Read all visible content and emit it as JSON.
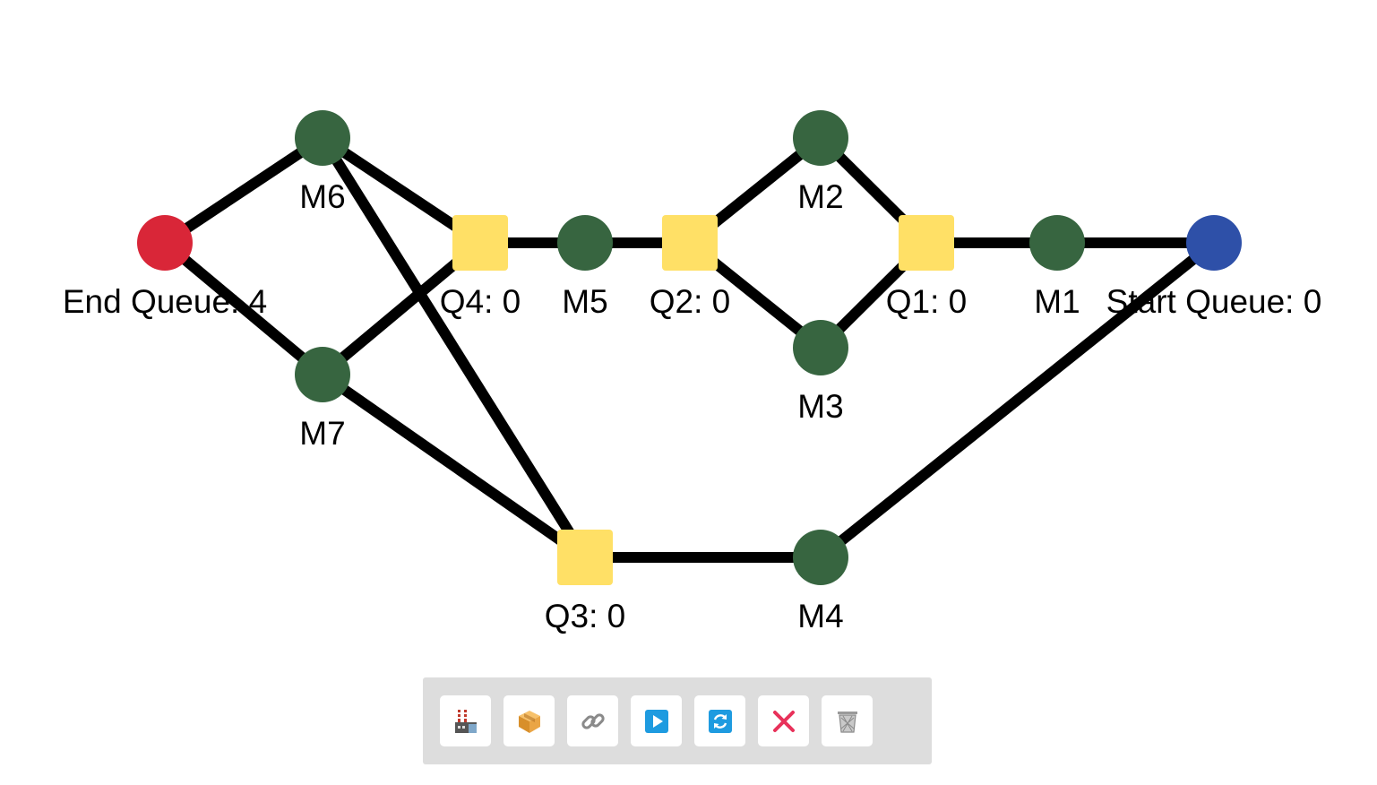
{
  "graph": {
    "nodes": [
      {
        "id": "end",
        "kind": "end-queue",
        "label": "End Queue: 4"
      },
      {
        "id": "m6",
        "kind": "machine",
        "label": "M6"
      },
      {
        "id": "m7",
        "kind": "machine",
        "label": "M7"
      },
      {
        "id": "q4",
        "kind": "queue",
        "label": "Q4: 0"
      },
      {
        "id": "m5",
        "kind": "machine",
        "label": "M5"
      },
      {
        "id": "q2",
        "kind": "queue",
        "label": "Q2: 0"
      },
      {
        "id": "m2",
        "kind": "machine",
        "label": "M2"
      },
      {
        "id": "m3",
        "kind": "machine",
        "label": "M3"
      },
      {
        "id": "q1",
        "kind": "queue",
        "label": "Q1: 0"
      },
      {
        "id": "m1",
        "kind": "machine",
        "label": "M1"
      },
      {
        "id": "start",
        "kind": "start-queue",
        "label": "Start Queue: 0"
      },
      {
        "id": "q3",
        "kind": "queue",
        "label": "Q3: 0"
      },
      {
        "id": "m4",
        "kind": "machine",
        "label": "M4"
      }
    ],
    "edges": [
      [
        "end",
        "m6"
      ],
      [
        "end",
        "m7"
      ],
      [
        "m6",
        "q4"
      ],
      [
        "m6",
        "q3"
      ],
      [
        "m7",
        "q4"
      ],
      [
        "m7",
        "q3"
      ],
      [
        "q4",
        "m5"
      ],
      [
        "m5",
        "q2"
      ],
      [
        "q2",
        "m2"
      ],
      [
        "q2",
        "m3"
      ],
      [
        "m2",
        "q1"
      ],
      [
        "m3",
        "q1"
      ],
      [
        "q1",
        "m1"
      ],
      [
        "m1",
        "start"
      ],
      [
        "q3",
        "m4"
      ],
      [
        "m4",
        "start"
      ]
    ]
  },
  "colors": {
    "machine": "#376540",
    "queue": "#ffe066",
    "end-queue": "#d92638",
    "start-queue": "#2e50a8",
    "edge": "#000000"
  },
  "toolbar": {
    "buttons": [
      {
        "name": "add-machine-button",
        "icon": "factory-icon"
      },
      {
        "name": "add-queue-button",
        "icon": "package-icon"
      },
      {
        "name": "connect-button",
        "icon": "link-icon"
      },
      {
        "name": "play-button",
        "icon": "play-icon"
      },
      {
        "name": "replay-button",
        "icon": "refresh-icon"
      },
      {
        "name": "delete-button",
        "icon": "cross-icon"
      },
      {
        "name": "clear-button",
        "icon": "trash-icon"
      }
    ]
  }
}
